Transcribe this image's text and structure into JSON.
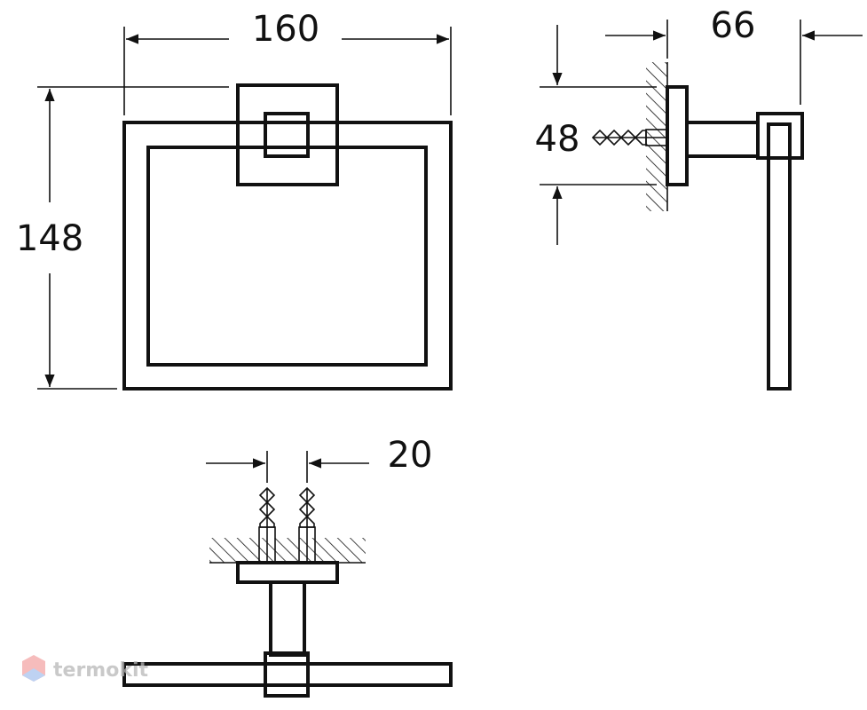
{
  "dimensions": {
    "width": "160",
    "height": "148",
    "depth": "66",
    "mount_height": "48",
    "screw_spacing": "20"
  },
  "watermark": {
    "text": "termokit",
    "icon": "hexagon-logo-icon",
    "colors": [
      "#f3a6a6",
      "#a9c4ee"
    ]
  },
  "colors": {
    "line": "#111111",
    "background": "#ffffff"
  }
}
